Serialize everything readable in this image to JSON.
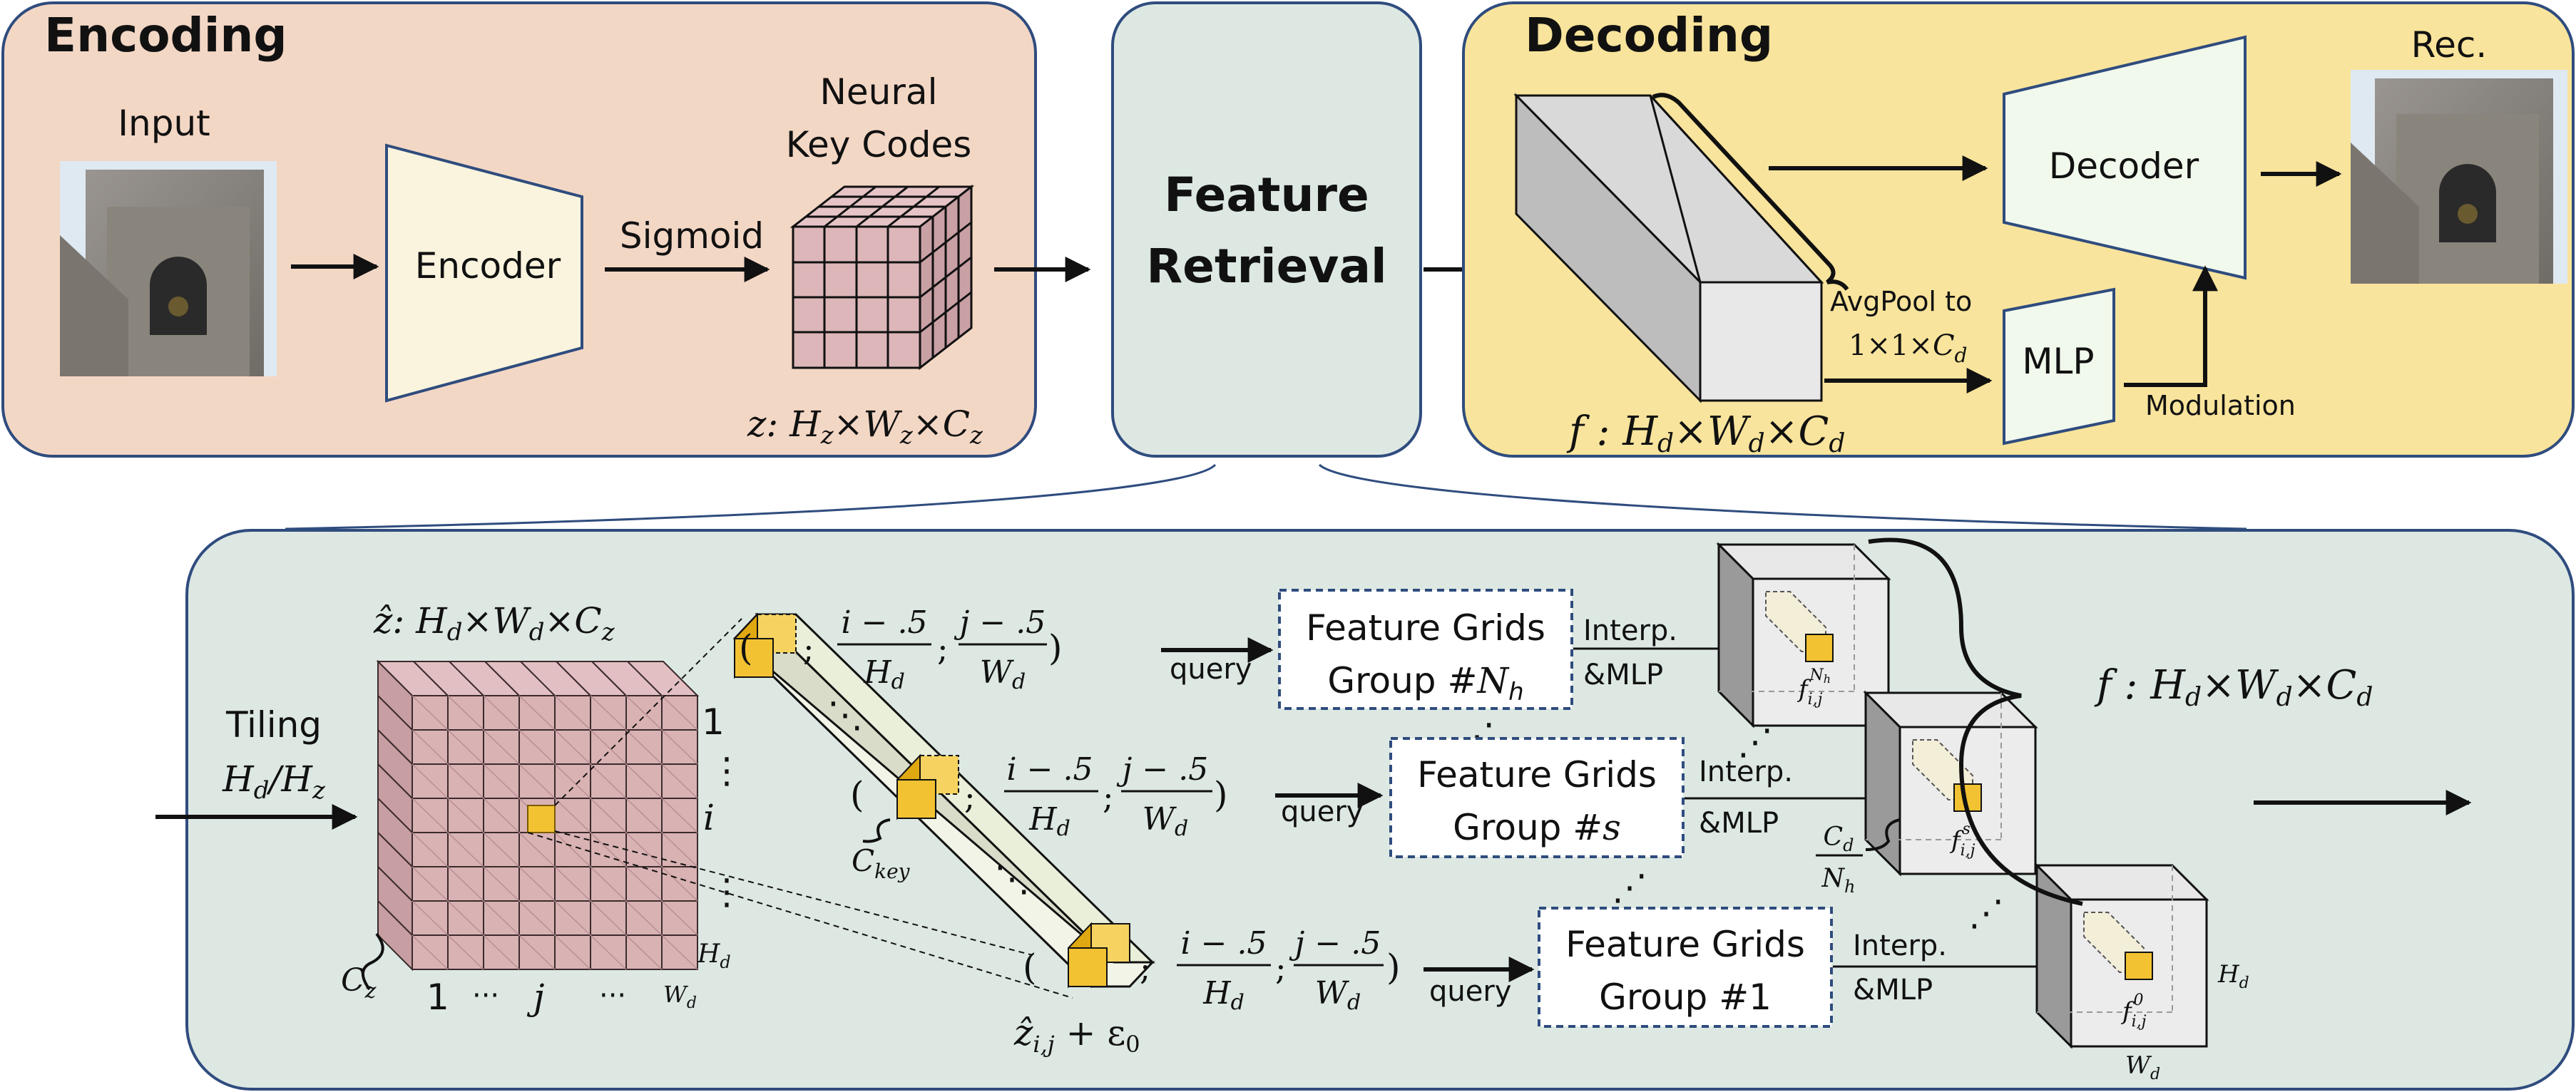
{
  "encoding": {
    "title": "Encoding",
    "input_label": "Input",
    "encoder_label": "Encoder",
    "sigmoid_label": "Sigmoid",
    "neural_key_codes_line1": "Neural",
    "neural_key_codes_line2": "Key Codes",
    "z_shape": "z: H_z×W_z×C_z"
  },
  "retrieval": {
    "title_line1": "Feature",
    "title_line2": "Retrieval"
  },
  "decoding": {
    "title": "Decoding",
    "decoder_label": "Decoder",
    "rec_label": "Rec.",
    "avgpool_line1": "AvgPool to",
    "avgpool_line2": "1×1×C_d",
    "mlp_label": "MLP",
    "modulation_label": "Modulation",
    "f_shape": "f : H_d×W_d×C_d"
  },
  "detail": {
    "zhat_shape": "ẑ: H_d×W_d×C_z",
    "tiling_line1": "Tiling",
    "tiling_line2": "H_d/H_z",
    "row_labels": [
      "1",
      "i",
      "H_d"
    ],
    "col_labels": [
      "1",
      "j",
      "W_d"
    ],
    "cz_label": "C_z",
    "ckey_label": "C_key",
    "zhat_ij": "ẑ_i,j + ε_0",
    "coord_i": "i − .5",
    "coord_j": "j − .5",
    "coord_hd": "H_d",
    "coord_wd": "W_d",
    "query_label": "query",
    "groups": [
      {
        "line1": "Feature Grids",
        "line2": "Group #N_h",
        "sup": "N_h"
      },
      {
        "line1": "Feature Grids",
        "line2": "Group #s",
        "sup": "s"
      },
      {
        "line1": "Feature Grids",
        "line2": "Group #1",
        "sup": "0"
      }
    ],
    "interp_line1": "Interp.",
    "interp_line2": "&MLP",
    "f_ij": "f_i,j",
    "cd_over_nh_num": "C_d",
    "cd_over_nh_den": "N_h",
    "cube_hd": "H_d",
    "cube_wd": "W_d",
    "f_shape": "f : H_d×W_d×C_d"
  },
  "colors": {
    "encoding_bg": "#f3d7c5",
    "retrieval_bg": "#dde8e3",
    "decoding_bg": "#f8e49c",
    "border": "#2f4c7e",
    "encoder_fill": "#faf4de",
    "decoder_fill": "#f1f8ec",
    "grid_pink": "#d9b2b4",
    "grid_pink_dark": "#b98f92",
    "gold": "#f2c232",
    "column_fill": "#e9efd9"
  }
}
